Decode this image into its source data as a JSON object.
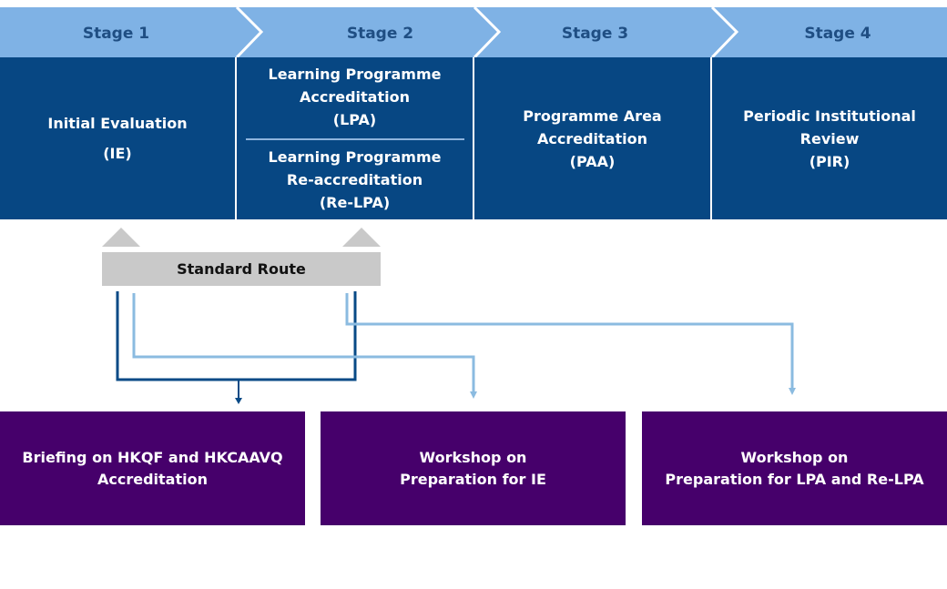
{
  "colors": {
    "stage_header": "#7fb2e5",
    "stage_header_text": "#1f4e83",
    "stage_box": "#074783",
    "route_box": "#c9c9c9",
    "dark_connector": "#084a86",
    "light_connector": "#8bbbe0",
    "workshop_box": "#46006b"
  },
  "stages": [
    {
      "header": "Stage 1",
      "lines": [
        "Initial Evaluation",
        "(IE)"
      ]
    },
    {
      "header": "Stage 2",
      "top_lines": [
        "Learning Programme",
        "Accreditation",
        "(LPA)"
      ],
      "bottom_lines": [
        "Learning Programme",
        "Re-accreditation",
        "(Re-LPA)"
      ]
    },
    {
      "header": "Stage 3",
      "lines": [
        "Programme Area",
        "Accreditation",
        "(PAA)"
      ]
    },
    {
      "header": "Stage 4",
      "lines": [
        "Periodic Institutional",
        "Review",
        "(PIR)"
      ]
    }
  ],
  "route": {
    "label": "Standard Route"
  },
  "workshops": [
    {
      "lines": [
        "Briefing on HKQF and HKCAAVQ",
        "Accreditation"
      ]
    },
    {
      "lines": [
        "Workshop on",
        "Preparation for IE"
      ]
    },
    {
      "lines": [
        "Workshop on",
        "Preparation for LPA and Re-LPA"
      ]
    }
  ]
}
